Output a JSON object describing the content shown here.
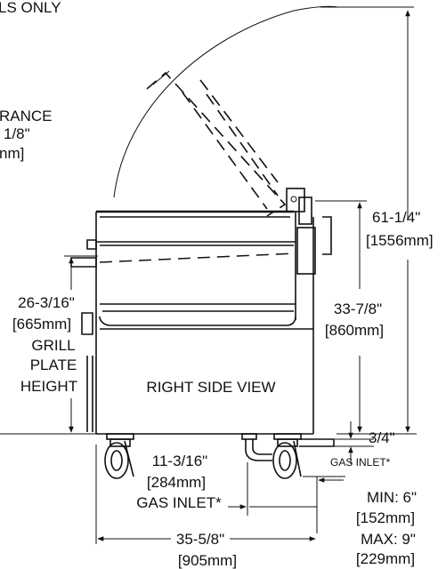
{
  "header": {
    "note": "LS ONLY"
  },
  "clearance": {
    "line1": "RANCE",
    "line2": "1/8\"",
    "line3": "nm]"
  },
  "total_height": {
    "imperial": "61-1/4\"",
    "metric": "[1556mm]"
  },
  "grill_plate_height": {
    "imperial": "26-3/16\"",
    "metric": "[665mm]",
    "caption1": "GRILL",
    "caption2": "PLATE",
    "caption3": "HEIGHT"
  },
  "body_height": {
    "imperial": "33-7/8\"",
    "metric": "[860mm]"
  },
  "view_label": "RIGHT SIDE VIEW",
  "gas_inlet_height": {
    "imperial": "3/4\"",
    "caption": "GAS INLET*"
  },
  "gas_inlet_depth": {
    "imperial": "11-3/16\"",
    "metric": "[284mm]",
    "caption": "GAS INLET*"
  },
  "overall_depth": {
    "imperial": "35-5/8\"",
    "metric": "[905mm]"
  },
  "leg_clearance": {
    "min_label": "MIN: 6\"",
    "min_metric": "[152mm]",
    "max_label": "MAX: 9\"",
    "max_metric": "[229mm]"
  },
  "colors": {
    "line": "#111111",
    "background": "#ffffff"
  }
}
